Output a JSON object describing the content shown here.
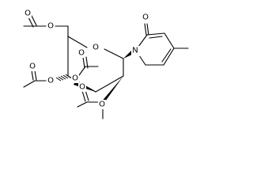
{
  "molecule": {
    "atom_labels": {
      "ring_oxygen": "O",
      "pyridone_nitrogen": "N",
      "carbonyl_oxygen": "O",
      "c6_ester_oxygen": "O",
      "c6_carbonyl_oxygen": "O",
      "c4_ester_oxygen": "O",
      "c4_carbonyl_oxygen": "O",
      "c3_ester_oxygen": "O",
      "c3_carbonyl_oxygen": "O",
      "c2_ester_oxygen": "O",
      "c2_carbonyl_oxygen": "O"
    }
  },
  "colors": {
    "ink": "#000000",
    "background": "#ffffff"
  }
}
